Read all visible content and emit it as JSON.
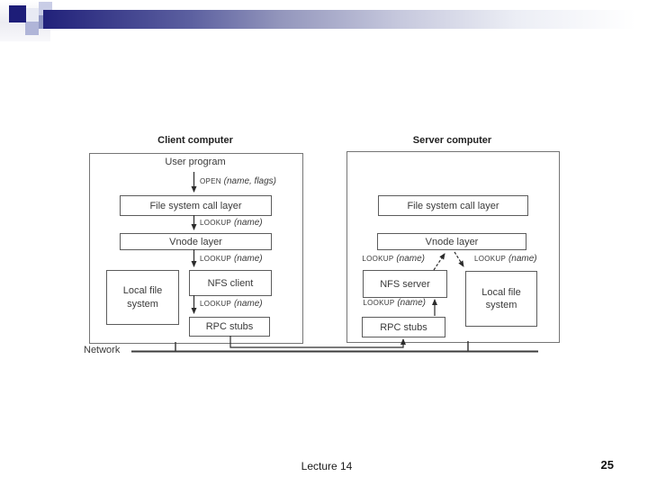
{
  "colors": {
    "accent_navy": "#21217a",
    "accent_periwinkle": "#9396bc",
    "diagram_border": "#5c5c5c",
    "diagram_text": "#3a3a3a",
    "arrow": "#2b2b2b"
  },
  "diagram": {
    "client": {
      "title": "Client computer",
      "user_program": "User program",
      "file_system_call_layer": "File system call layer",
      "vnode_layer": "Vnode layer",
      "nfs_client": "NFS client",
      "local_file_system": "Local file system",
      "rpc_stubs": "RPC stubs"
    },
    "server": {
      "title": "Server computer",
      "file_system_call_layer": "File system call layer",
      "vnode_layer": "Vnode layer",
      "nfs_server": "NFS server",
      "local_file_system": "Local file system",
      "rpc_stubs": "RPC stubs"
    },
    "calls": {
      "open": {
        "keyword": "OPEN",
        "args": "(name, flags)"
      },
      "lookup": {
        "keyword": "LOOKUP",
        "args": "(name)"
      }
    },
    "network_label": "Network"
  },
  "footer": {
    "lecture": "Lecture 14",
    "page_number": "25"
  }
}
